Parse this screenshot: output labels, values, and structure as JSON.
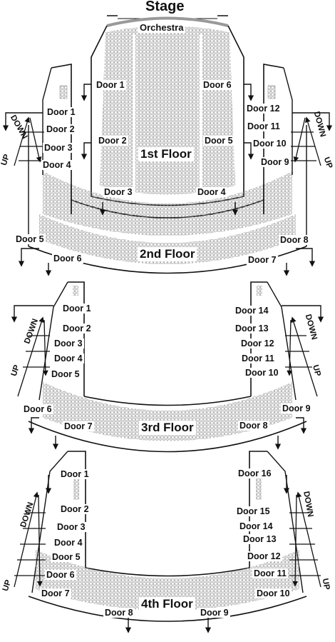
{
  "title": "Stage",
  "orchestra_label": "Orchestra",
  "floors": {
    "first": "1st Floor",
    "second": "2nd Floor",
    "third": "3rd Floor",
    "fourth": "4th Floor"
  },
  "first_floor_doors": [
    "Door 1",
    "Door 2",
    "Door 3",
    "Door 4",
    "Door 5",
    "Door 6",
    "Door 7",
    "Door 8",
    "Door 9",
    "Door 10",
    "Door 11",
    "Door 12"
  ],
  "second_floor_doors": [
    "Door 5",
    "Door 6",
    "Door 7",
    "Door 8"
  ],
  "third_floor_doors": [
    "Door 1",
    "Door 2",
    "Door 3",
    "Door 4",
    "Door 5",
    "Door 6",
    "Door 7",
    "Door 8",
    "Door 9",
    "Door 10",
    "Door 11",
    "Door 12",
    "Door 13",
    "Door 14"
  ],
  "fourth_floor_doors": [
    "Door 1",
    "Door 2",
    "Door 3",
    "Door 4",
    "Door 5",
    "Door 6",
    "Door 7",
    "Door 8",
    "Door 9",
    "Door 10",
    "Door 11",
    "Door 12",
    "Door 13",
    "Door 14",
    "Door 15",
    "Door 16"
  ],
  "stairs": {
    "up": "UP",
    "down": "DOWN"
  },
  "colors": {
    "line": "#111111",
    "seat": "#888888",
    "stage_curve": "#999999"
  }
}
